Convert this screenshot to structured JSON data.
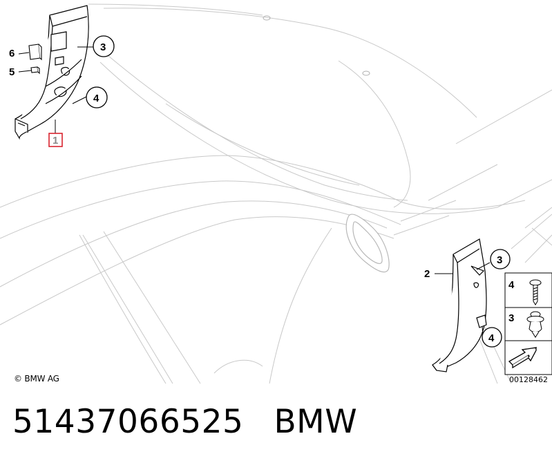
{
  "diagram": {
    "callouts": {
      "part1": "1",
      "part2": "2",
      "part3_top": "3",
      "part4_top": "4",
      "part5": "5",
      "part6": "6",
      "part3_right": "3",
      "part4_right": "4"
    },
    "legend": {
      "item4_label": "4",
      "item3_label": "3"
    },
    "highlight_color": "#d9232e",
    "copyright": "© BMW AG",
    "doc_id": "00128462"
  },
  "caption": {
    "part_number": "51437066525",
    "brand": "BMW"
  }
}
